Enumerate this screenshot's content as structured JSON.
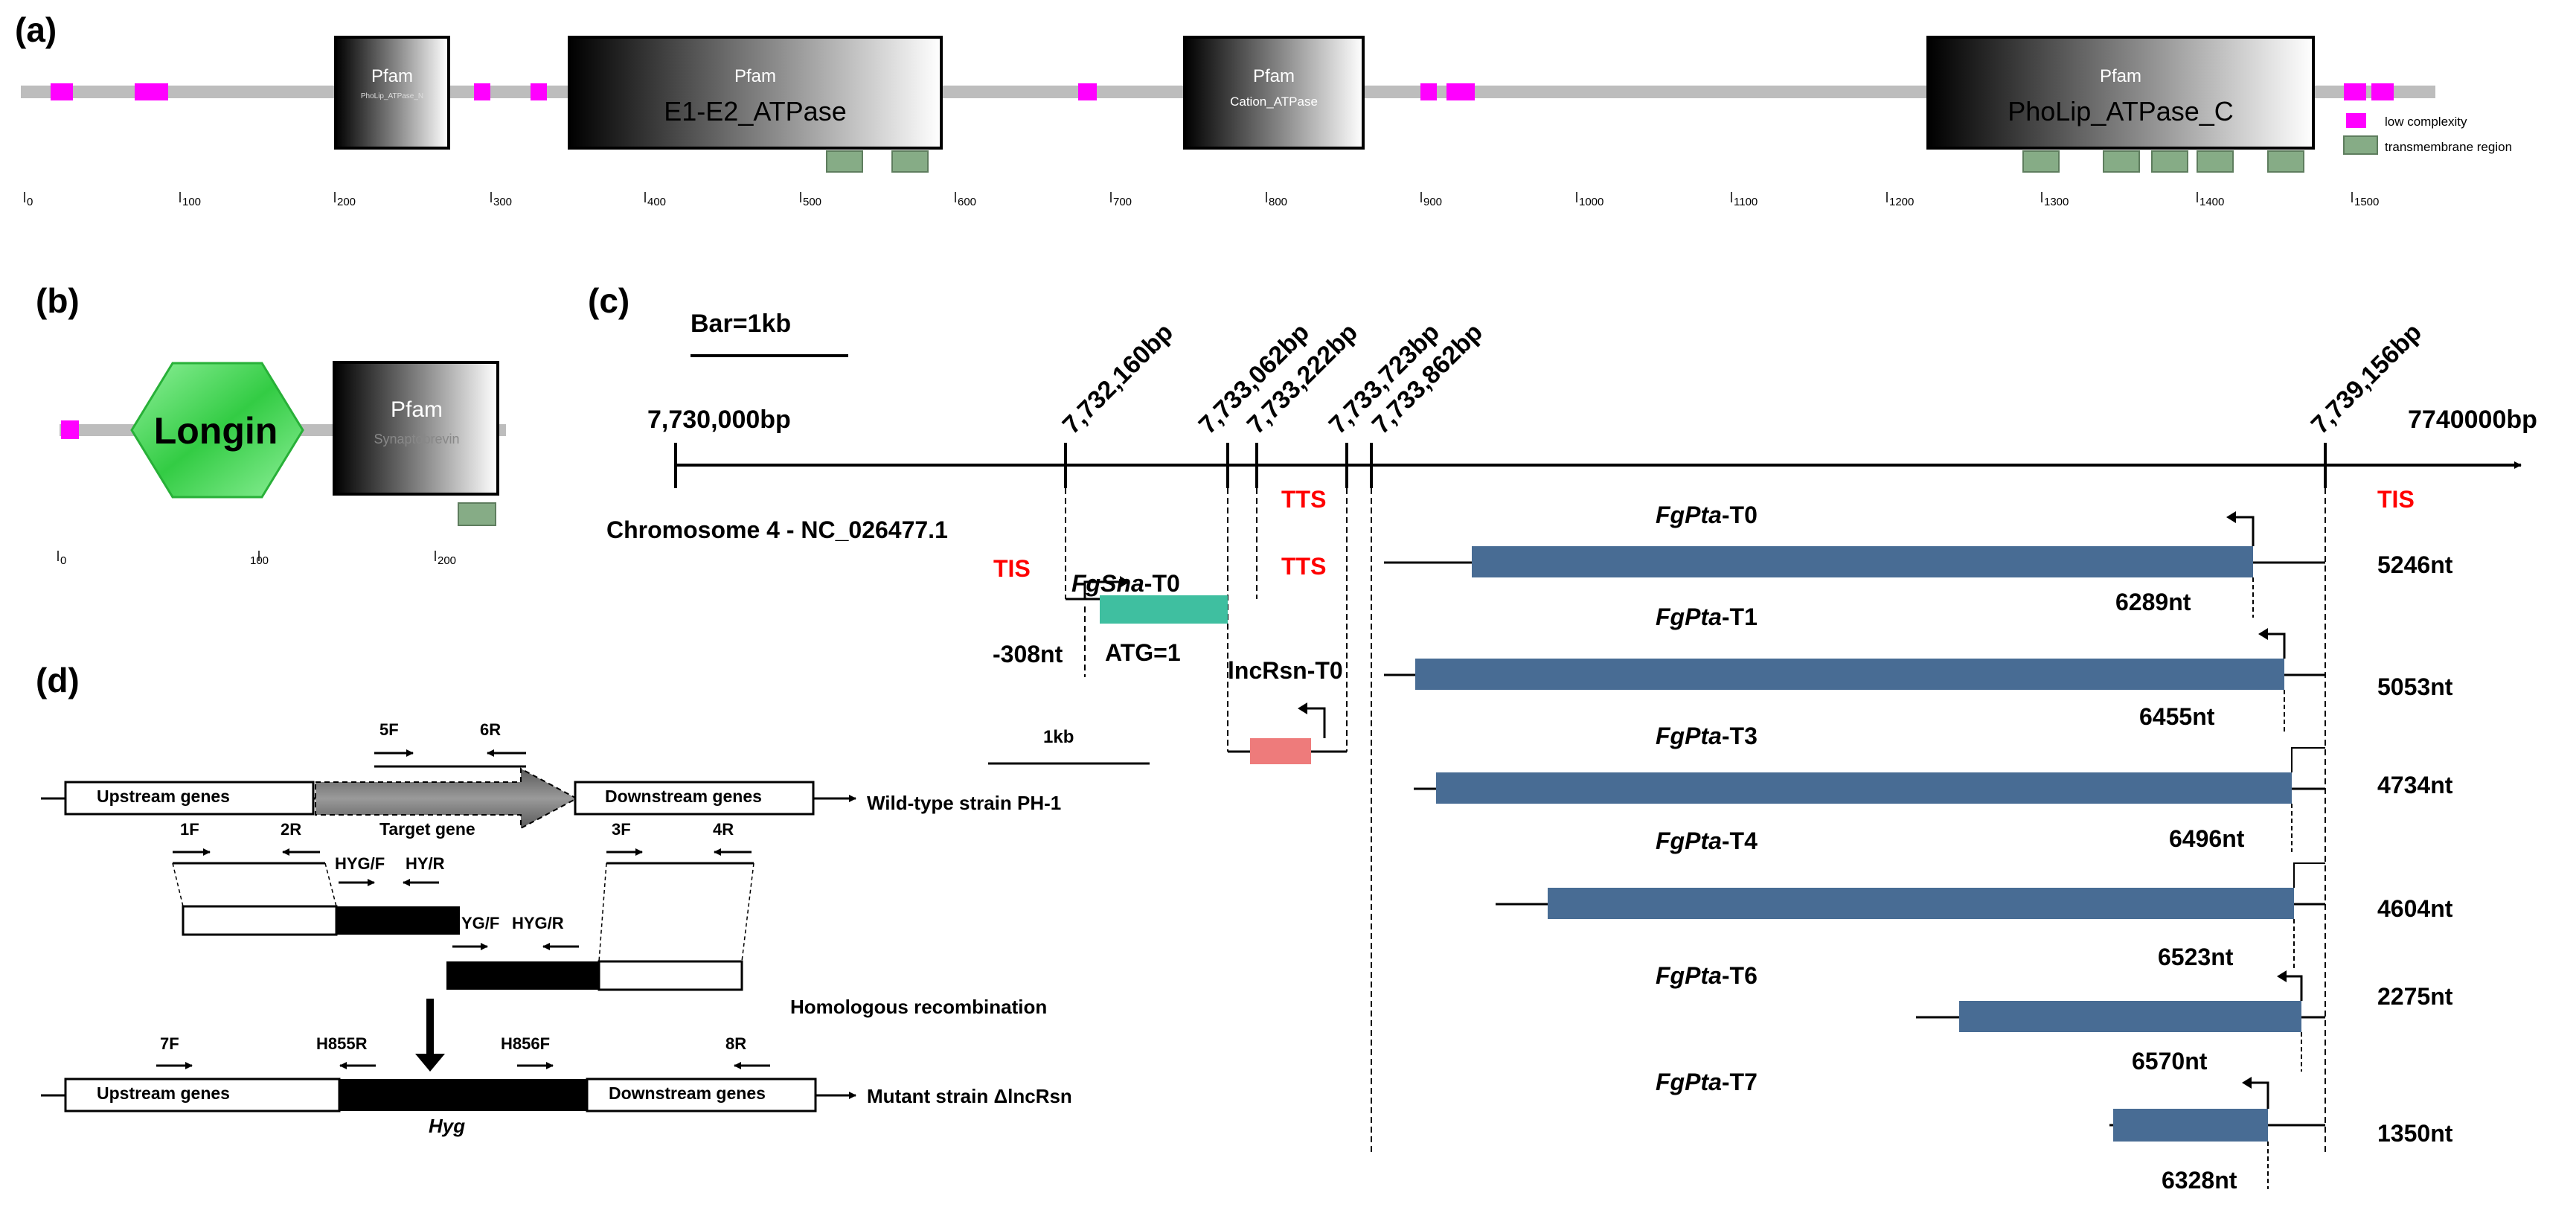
{
  "panel_a": {
    "label": "(a)",
    "domains": [
      {
        "title": "Pfam",
        "name": "PhoLip_ATPase_N"
      },
      {
        "title": "Pfam",
        "name": "E1-E2_ATPase"
      },
      {
        "title": "Pfam",
        "name": "Cation_ATPase"
      },
      {
        "title": "Pfam",
        "name": "PhoLip_ATPase_C"
      }
    ],
    "legend": {
      "low_complexity": "low complexity",
      "transmembrane": "transmembrane region"
    },
    "ticks": [
      "0",
      "100",
      "200",
      "300",
      "400",
      "500",
      "600",
      "700",
      "800",
      "900",
      "1000",
      "1100",
      "1200",
      "1300",
      "1400",
      "1500"
    ]
  },
  "panel_b": {
    "label": "(b)",
    "longin": "Longin",
    "domain_title": "Pfam",
    "domain_name": "Synaptobrevin",
    "ticks": [
      "0",
      "100",
      "200"
    ]
  },
  "panel_c": {
    "label": "(c)",
    "bar": "Bar=1kb",
    "scale_start": "7,730,000bp",
    "scale_end": "7740000bp",
    "coords": [
      "7,732,160bp",
      "7,733,062bp",
      "7,733,222bp",
      "7,733,723bp",
      "7,733,862bp",
      "7,739,156bp"
    ],
    "chromosome": "Chromosome 4 - NC_026477.1",
    "tis": "TIS",
    "tts": "TTS",
    "fgsna_italic": "FgSna",
    "fgsna_suffix": "-T0",
    "minus308": "-308nt",
    "atg": "ATG=1",
    "lncrsn": "lncRsn-T0",
    "one_kb": "1kb",
    "pta_italic": "FgPta",
    "transcripts": [
      {
        "suffix": "-T0",
        "length": "5246nt",
        "pos": "6289nt"
      },
      {
        "suffix": "-T1",
        "length": "5053nt",
        "pos": "6455nt"
      },
      {
        "suffix": "-T3",
        "length": "4734nt",
        "pos": "6496nt"
      },
      {
        "suffix": "-T4",
        "length": "4604nt",
        "pos": "6523nt"
      },
      {
        "suffix": "-T6",
        "length": "2275nt",
        "pos": "6570nt"
      },
      {
        "suffix": "-T7",
        "length": "1350nt",
        "pos": "6328nt"
      }
    ]
  },
  "panel_d": {
    "label": "(d)",
    "primer_5f": "5F",
    "primer_6r": "6R",
    "upstream": "Upstream genes",
    "downstream": "Downstream genes",
    "target": "Target gene",
    "wildtype": "Wild-type strain PH-1",
    "primer_1f": "1F",
    "primer_2r": "2R",
    "primer_hygf": "HYG/F",
    "primer_hyr": "HY/R",
    "primer_3f": "3F",
    "primer_4r": "4R",
    "primer_ygf": "YG/F",
    "primer_hygr": "HYG/R",
    "homologous": "Homologous recombination",
    "primer_7f": "7F",
    "primer_h855r": "H855R",
    "primer_h856f": "H856F",
    "primer_8r": "8R",
    "hyg": "Hyg",
    "mutant": "Mutant strain ΔlncRsn"
  },
  "colors": {
    "low_complexity": "#ff00ff",
    "transmembrane": "#86ac86",
    "backbone": "#bdbdbd",
    "longin": "#3fd44f",
    "fgsna_exon": "#3fbfa0",
    "lncrsn_exon": "#ee7b7b",
    "pta_exon": "#486c94",
    "target_arrow": "#7a7a7a",
    "red_label": "#ff0000"
  }
}
